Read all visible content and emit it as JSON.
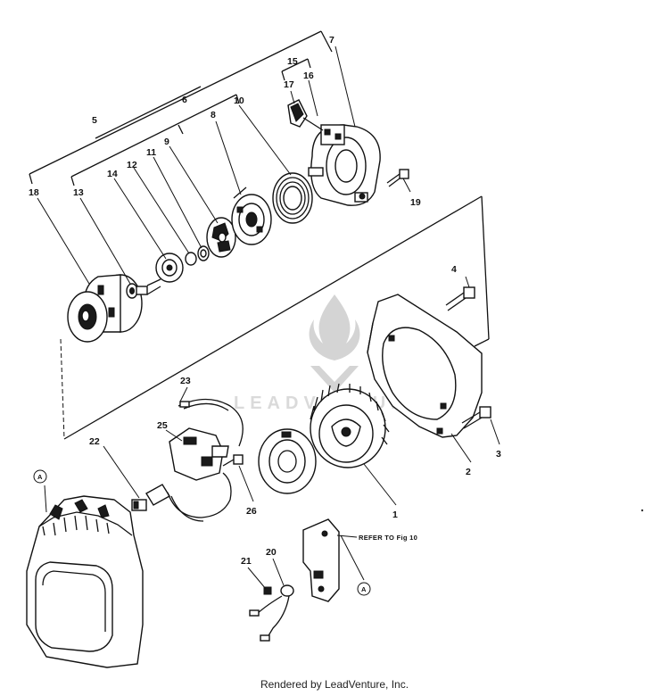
{
  "labels": {
    "n1": "1",
    "n2": "2",
    "n3": "3",
    "n4": "4",
    "n5": "5",
    "n6": "6",
    "n7": "7",
    "n8": "8",
    "n9": "9",
    "n10": "10",
    "n11": "11",
    "n12": "12",
    "n13": "13",
    "n14": "14",
    "n15": "15",
    "n16": "16",
    "n17": "17",
    "n18": "18",
    "n19": "19",
    "n20": "20",
    "n21": "21",
    "n22": "22",
    "n23": "23",
    "n25": "25",
    "n26": "26",
    "ref_a1": "A",
    "ref_a2": "A",
    "refer": "REFER TO Fig 10"
  },
  "watermark": "LEADVENTURE",
  "footer": "Rendered by LeadVenture, Inc."
}
